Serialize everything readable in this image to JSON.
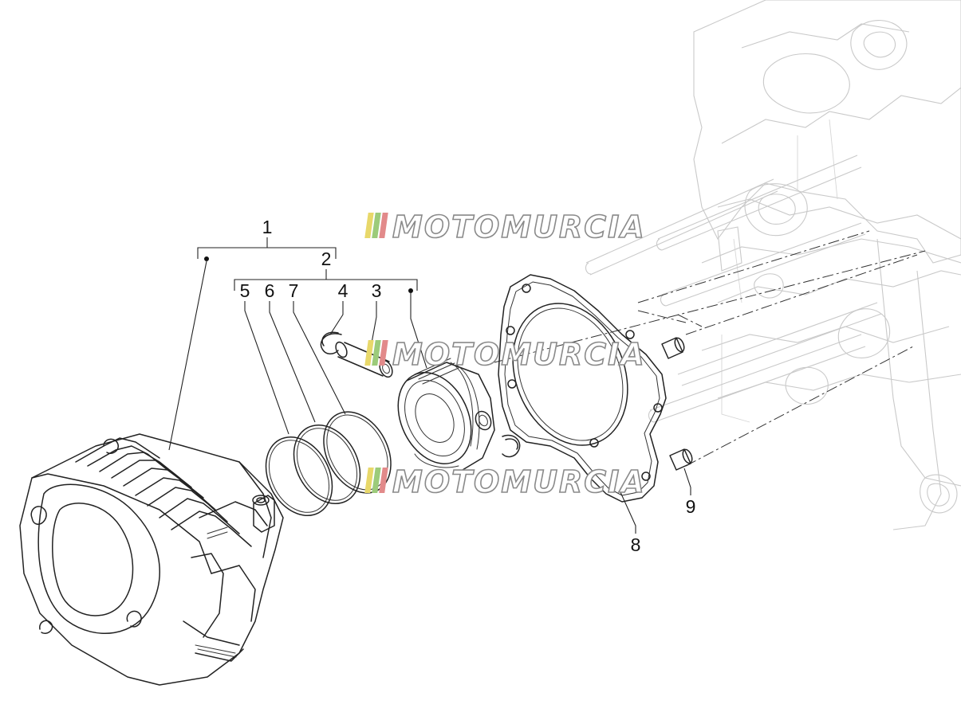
{
  "watermark": {
    "text": "MOTOMURCIA",
    "stripe_colors": [
      "#e8d86a",
      "#9ccb7a",
      "#e28a8a"
    ]
  },
  "callouts": [
    "1",
    "2",
    "3",
    "4",
    "5",
    "6",
    "7",
    "8",
    "9"
  ],
  "colors": {
    "line": "#222222",
    "background_line": "#c9c9c9"
  }
}
